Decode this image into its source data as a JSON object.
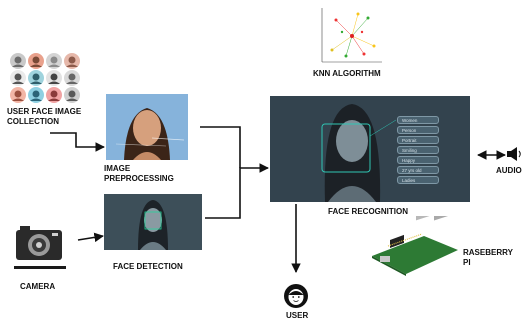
{
  "labels": {
    "collection": "USER FACE IMAGE COLLECTION",
    "preprocessing": "IMAGE PREPROCESSING",
    "detection": "FACE DETECTION",
    "camera": "CAMERA",
    "knn": "KNN ALGORITHM",
    "recognition": "FACE RECOGNITION",
    "audio": "AUDIO",
    "raspberry": "RASEBERRY PI",
    "user": "USER"
  },
  "recognition_tags": [
    "Women",
    "Person",
    "Portrait",
    "Smiling",
    "Happy",
    "27 yrs old",
    "Ladies"
  ],
  "colors": {
    "arrow": "#111111",
    "panel_dark": "#2e3c47",
    "face_box": "#2fc6b4",
    "detect_box": "#23d59b",
    "board_green": "#2d7a34"
  },
  "icons": [
    "avatar-grid-icon",
    "knn-scatter-icon",
    "camera-icon",
    "speaker-icon",
    "user-icon",
    "raspberry-pi-board-icon"
  ]
}
